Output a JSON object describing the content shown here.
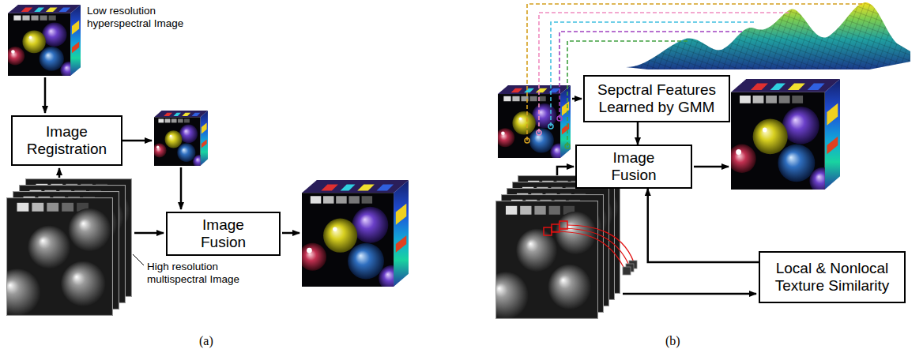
{
  "diagram": {
    "nodes": [
      {
        "text": [
          "Image Registration"
        ]
      },
      {
        "text": [
          "Image Fusion"
        ]
      },
      {
        "text": [
          "Sepctral Features Learned by GMM"
        ]
      },
      {
        "text": [
          "Image Fusion"
        ]
      },
      {
        "text": [
          "Local & Nonlocal Texture Similarity"
        ]
      }
    ],
    "edges": [
      {
        "from": 2,
        "to": 3,
        "arrow": "to"
      },
      {
        "from": 4,
        "to": 3,
        "arrow": "to"
      }
    ],
    "labels": [
      "Low resolution hyperspectral Image",
      "High resolution multispectral Image",
      "(a)",
      "(b)"
    ]
  }
}
